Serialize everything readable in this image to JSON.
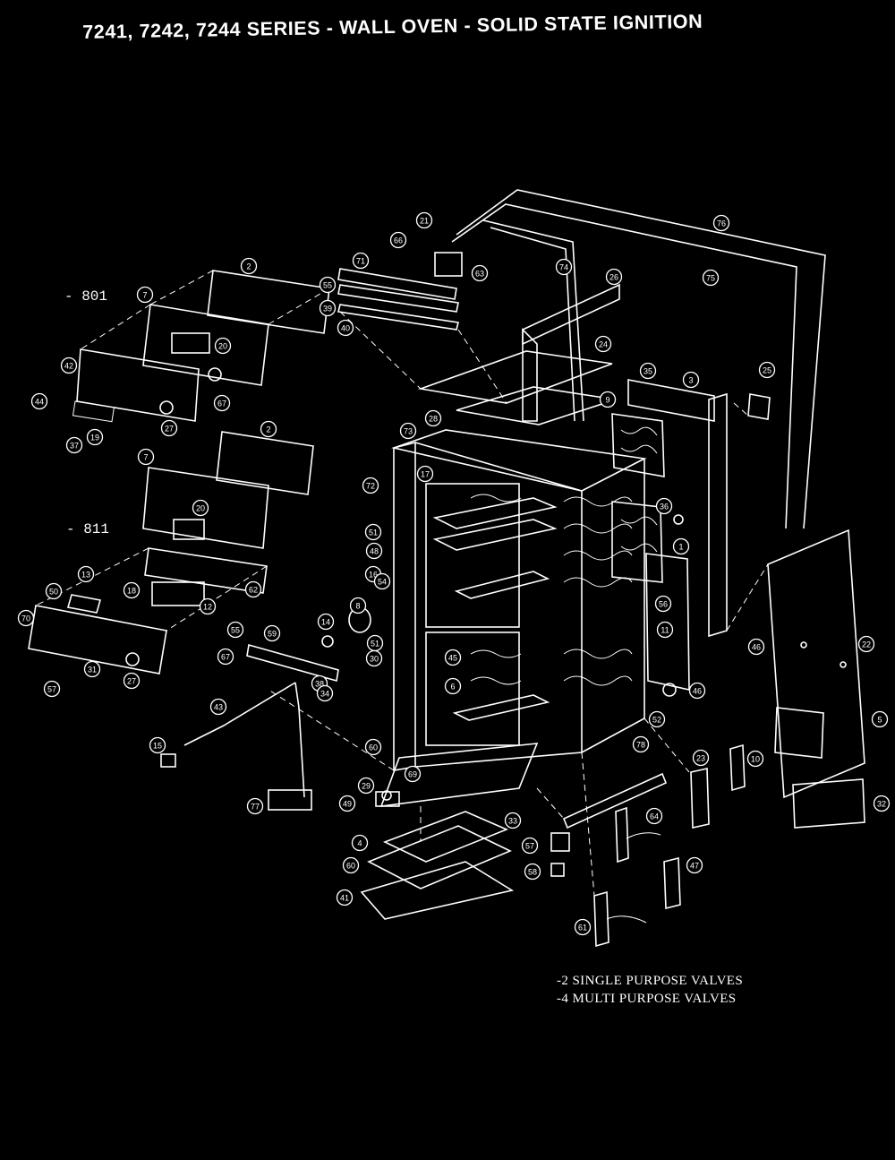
{
  "title": "7241, 7242, 7244 SERIES - WALL OVEN - SOLID STATE IGNITION",
  "variants": {
    "upper": "- 801",
    "lower": "- 811"
  },
  "legend": [
    "-2 SINGLE PURPOSE VALVES",
    "-4 MULTI PURPOSE VALVES"
  ],
  "callouts": [
    "76",
    "21",
    "66",
    "63",
    "74",
    "75",
    "71",
    "55",
    "39",
    "40",
    "26",
    "2",
    "7",
    "20",
    "42",
    "67",
    "44",
    "27",
    "19",
    "37",
    "24",
    "9",
    "35",
    "3",
    "25",
    "73",
    "28",
    "72",
    "17",
    "2",
    "7",
    "20",
    "51",
    "48",
    "16",
    "36",
    "1",
    "62",
    "13",
    "50",
    "18",
    "12",
    "55",
    "70",
    "31",
    "57",
    "27",
    "67",
    "54",
    "8",
    "14",
    "51",
    "30",
    "46",
    "45",
    "56",
    "11",
    "59",
    "38",
    "34",
    "6",
    "52",
    "46",
    "22",
    "43",
    "15",
    "60",
    "69",
    "29",
    "49",
    "77",
    "78",
    "5",
    "23",
    "10",
    "64",
    "33",
    "57",
    "58",
    "4",
    "60",
    "41",
    "47",
    "61",
    "32",
    "23"
  ],
  "colors": {
    "background": "#000000",
    "ink": "#ffffff"
  }
}
